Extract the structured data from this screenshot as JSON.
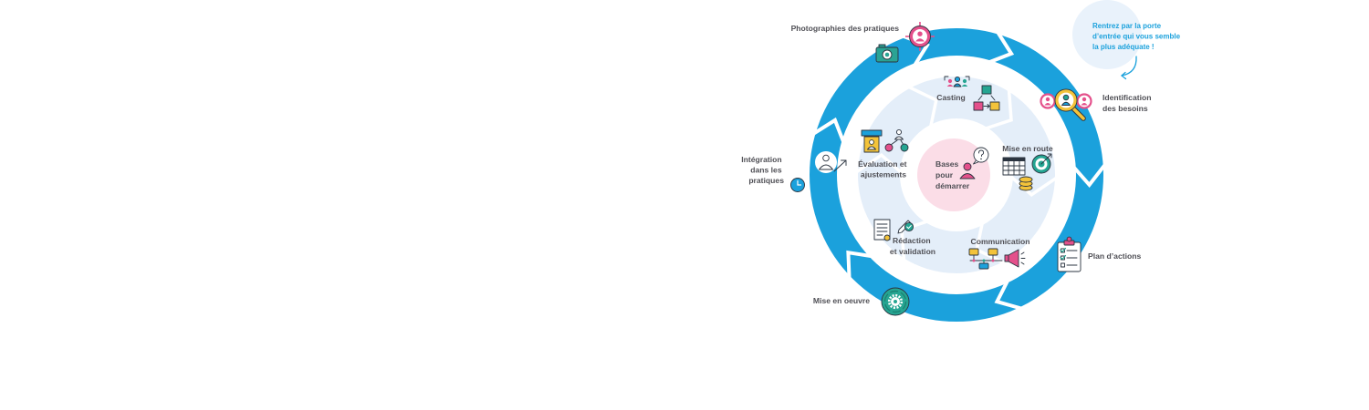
{
  "colors": {
    "ring": "#1ba1dc",
    "inner_ring": "#e4eef9",
    "center": "#fbdde7",
    "callout_bg": "#e9f2fb",
    "callout_text": "#1ba1dc"
  },
  "callout": {
    "lines": [
      "Rentrez par la porte",
      "d’entrée qui vous semble",
      "la plus adéquate !"
    ],
    "icons": [
      "curved-arrow-icon"
    ]
  },
  "outer": {
    "photographies": {
      "lines": [
        "Photographies des pratiques"
      ],
      "icons": [
        "person-target-icon",
        "camera-icon"
      ]
    },
    "identification": {
      "lines": [
        "Identification",
        "des besoins"
      ],
      "icons": [
        "magnifier-people-icon"
      ]
    },
    "plan_actions": {
      "lines": [
        "Plan d’actions"
      ],
      "icons": [
        "clipboard-icon"
      ]
    },
    "mise_en_oeuvre": {
      "lines": [
        "Mise en oeuvre"
      ],
      "icons": [
        "gear-icon"
      ]
    },
    "integration": {
      "lines": [
        "Intégration",
        "dans les",
        "pratiques"
      ],
      "icons": [
        "person-icon",
        "clock-icon",
        "arrow-up-right-icon"
      ]
    }
  },
  "inner": {
    "casting": {
      "lines": [
        "Casting"
      ],
      "icons": [
        "group-icon",
        "network-icon"
      ]
    },
    "mise_en_route": {
      "lines": [
        "Mise en route"
      ],
      "icons": [
        "calendar-icon",
        "target-icon",
        "coins-icon"
      ]
    },
    "communication": {
      "lines": [
        "Communication"
      ],
      "icons": [
        "chat-network-icon",
        "megaphone-icon"
      ]
    },
    "redaction": {
      "lines": [
        "Rédaction",
        "et validation"
      ],
      "icons": [
        "document-icon",
        "pencil-check-icon"
      ]
    },
    "evaluation": {
      "lines": [
        "Évaluation et",
        "ajustements"
      ],
      "icons": [
        "id-card-icon",
        "people-network-icon"
      ]
    }
  },
  "center": {
    "lines": [
      "Bases",
      "pour",
      "démarrer"
    ],
    "icons": [
      "person-icon",
      "question-bubble-icon"
    ]
  }
}
